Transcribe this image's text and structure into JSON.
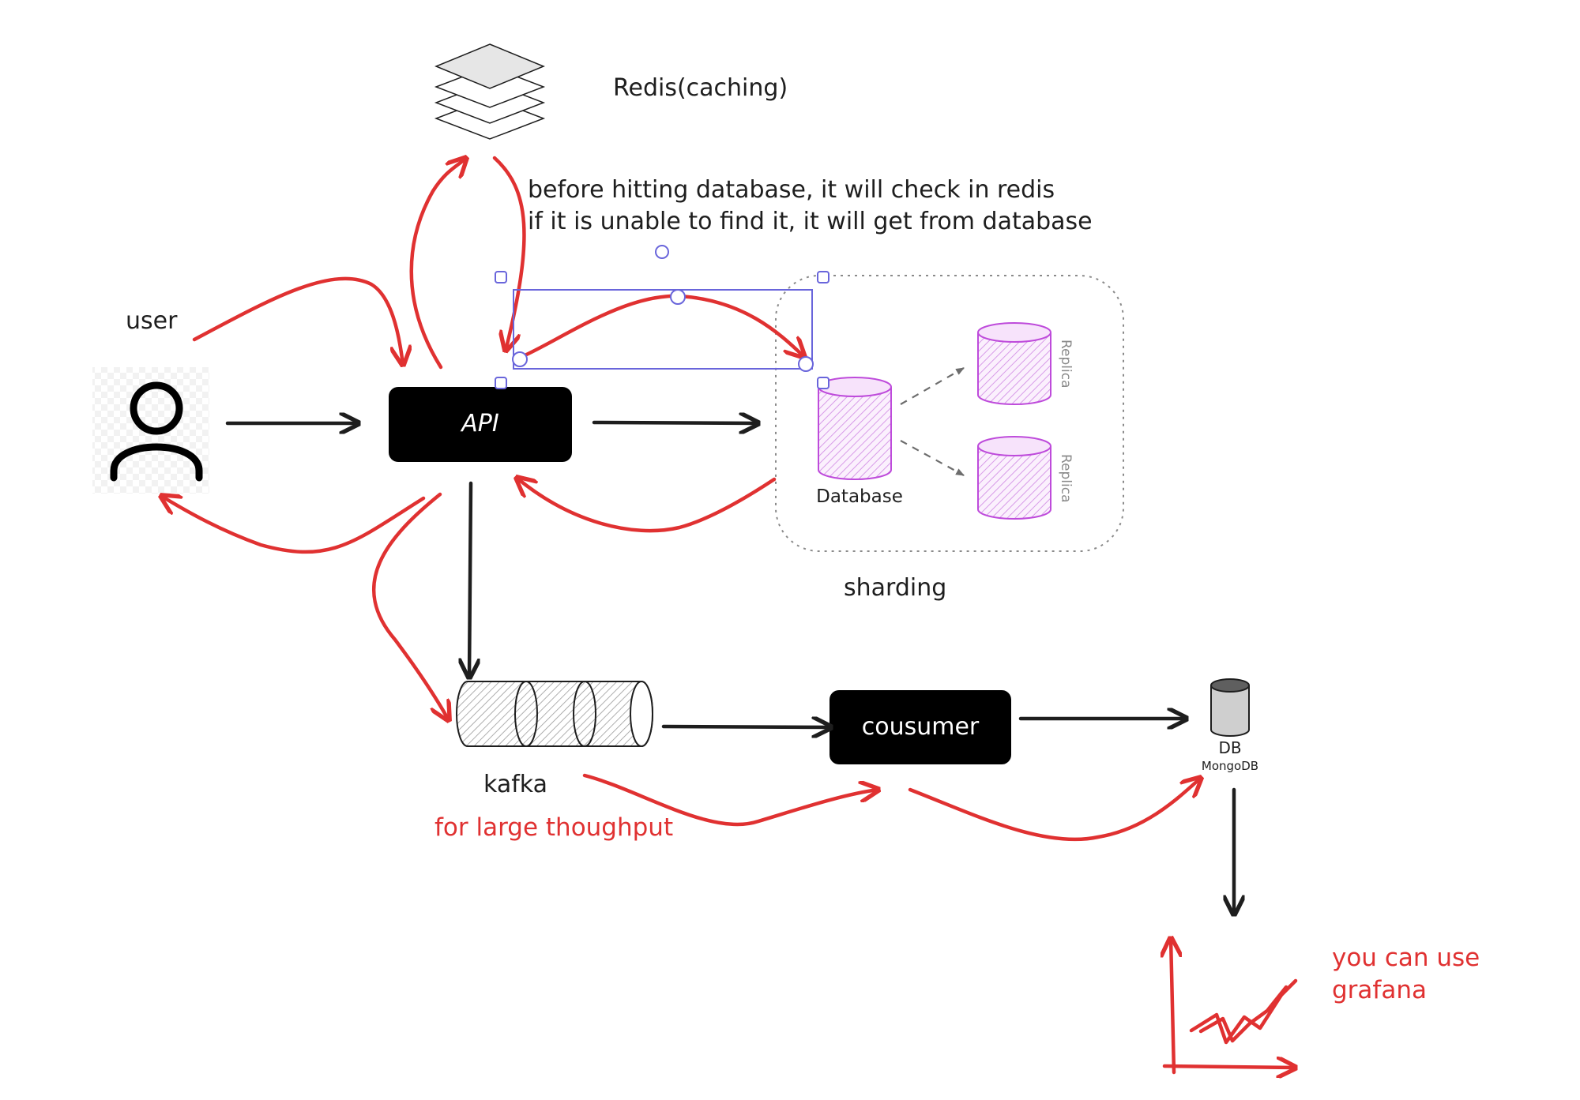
{
  "labels": {
    "user": "user",
    "redis": "Redis(caching)",
    "note_line1": "before hitting database, it will check in redis",
    "note_line2": "if it is unable to find it, it will get from database",
    "api": "API",
    "database": "Database",
    "replica_1": "Replica",
    "replica_2": "Replica",
    "sharding": "sharding",
    "kafka": "kafka",
    "kafka_note": "for large thoughput",
    "consumer": "cousumer",
    "db_line1": "DB",
    "db_line2": "MongoDB",
    "grafana_line1": "you can use",
    "grafana_line2": "grafana"
  },
  "colors": {
    "ink": "#1e1e1e",
    "red": "#e03131",
    "purple": "#be4bdb",
    "purple_fill": "#eebefa",
    "selection": "#6965db",
    "grey": "#6d6d6d"
  },
  "icons": {
    "user": "user-icon",
    "redis": "layers-icon",
    "database": "database-cylinder-icon",
    "kafka": "queue-cylinder-icon",
    "mongodb": "mongodb-icon",
    "grafana": "line-chart-icon"
  }
}
